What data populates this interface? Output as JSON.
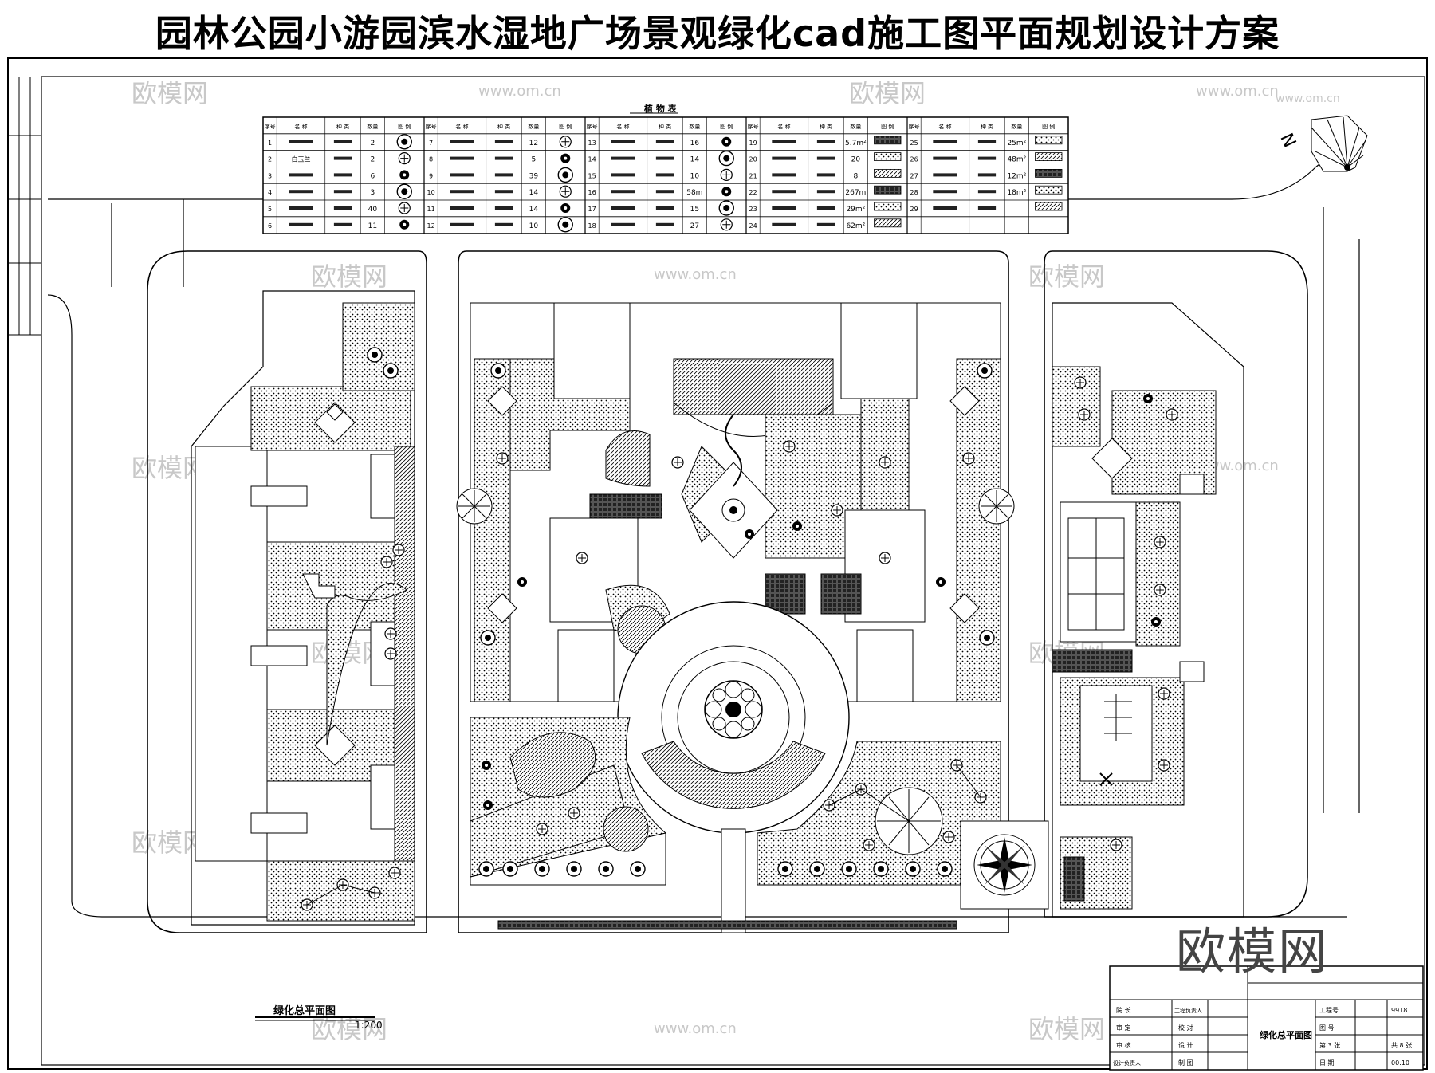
{
  "title": "园林公园小游园滨水湿地广场景观绿化cad施工图平面规划设计方案",
  "plant_table": {
    "title": "植 物 表",
    "headers": [
      "序号",
      "名 称",
      "种 类",
      "数量",
      "图 例"
    ],
    "groups": [
      {
        "rows": [
          [
            "1",
            "",
            "",
            "2"
          ],
          [
            "2",
            "白玉兰",
            "",
            "2"
          ],
          [
            "3",
            "",
            "",
            "6"
          ],
          [
            "4",
            "",
            "",
            "3"
          ],
          [
            "5",
            "",
            "",
            "40"
          ],
          [
            "6",
            "",
            "",
            "11"
          ]
        ]
      },
      {
        "rows": [
          [
            "7",
            "",
            "",
            "12"
          ],
          [
            "8",
            "",
            "",
            "5"
          ],
          [
            "9",
            "",
            "",
            "39"
          ],
          [
            "10",
            "",
            "",
            "14"
          ],
          [
            "11",
            "",
            "",
            "14"
          ],
          [
            "12",
            "",
            "",
            "10"
          ]
        ]
      },
      {
        "rows": [
          [
            "13",
            "",
            "",
            "16"
          ],
          [
            "14",
            "",
            "",
            "14"
          ],
          [
            "15",
            "",
            "",
            "10"
          ],
          [
            "16",
            "",
            "",
            "58m"
          ],
          [
            "17",
            "",
            "",
            "15"
          ],
          [
            "18",
            "",
            "",
            "27"
          ]
        ]
      },
      {
        "rows": [
          [
            "19",
            "",
            "",
            "5.7m²"
          ],
          [
            "20",
            "",
            "",
            "20"
          ],
          [
            "21",
            "",
            "",
            "8"
          ],
          [
            "22",
            "",
            "",
            "267m"
          ],
          [
            "23",
            "",
            "",
            "29m²"
          ],
          [
            "24",
            "",
            "",
            "62m²"
          ]
        ]
      },
      {
        "rows": [
          [
            "25",
            "",
            "",
            "25m²"
          ],
          [
            "26",
            "",
            "",
            "48m²"
          ],
          [
            "27",
            "",
            "",
            "12m²"
          ],
          [
            "28",
            "",
            "",
            "18m²"
          ],
          [
            "29",
            "",
            "",
            ""
          ],
          [
            "",
            "",
            "",
            ""
          ]
        ]
      }
    ]
  },
  "plan_label": "绿化总平面图",
  "scale": "1:200",
  "north": "N",
  "title_block": {
    "project_no": "9918",
    "drawing_name": "绿化总平面图",
    "sheet": "第 3 张",
    "total": "共 8 张",
    "date": "00.10",
    "labels": [
      "院 长",
      "审 定",
      "审 核",
      "设计负责人",
      "工程负责人",
      "校 对",
      "设 计",
      "制 图",
      "工程号",
      "图 号",
      "日 期"
    ]
  },
  "watermark": "欧模网",
  "watermark_url": "www.om.cn"
}
